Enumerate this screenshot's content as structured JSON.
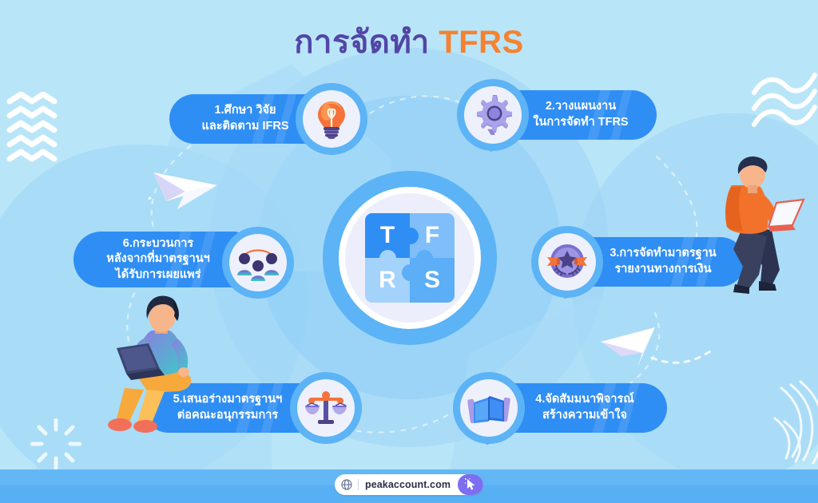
{
  "title": {
    "thai": "การจัดทำ",
    "accent": "TFRS",
    "color_thai": "#5246a6",
    "color_accent": "#f58231"
  },
  "center": {
    "name": "tfrs-puzzle-emblem",
    "letters": [
      "T",
      "F",
      "R",
      "S"
    ]
  },
  "steps": [
    {
      "id": "step1",
      "number": "1",
      "line1": "1.ศึกษา วิจัย",
      "line2": "และติดตาม IFRS",
      "icon": "lightbulb-icon",
      "text_side": "left"
    },
    {
      "id": "step2",
      "number": "2",
      "line1": "2.วางแผนงาน",
      "line2": "ในการจัดทำ TFRS",
      "icon": "gear-icon",
      "text_side": "right"
    },
    {
      "id": "step3",
      "number": "3",
      "line1": "3.การจัดทำมาตรฐาน",
      "line2": "รายงานทางการเงิน",
      "icon": "award-badge-icon",
      "text_side": "right"
    },
    {
      "id": "step4",
      "number": "4",
      "line1": "4.จัดสัมมนาพิจารณ์",
      "line2": "สร้างความเข้าใจ",
      "icon": "open-book-icon",
      "text_side": "right"
    },
    {
      "id": "step5",
      "number": "5",
      "line1": "5.เสนอร่างมาตรฐานฯ",
      "line2": "ต่อคณะอนุกรรมการ",
      "icon": "scales-balance-icon",
      "text_side": "left"
    },
    {
      "id": "step6",
      "number": "6",
      "line1": "6.กระบวนการ",
      "line2": "หลังจากที่มาตรฐานฯ",
      "line3": "ได้รับการเผยแพร่",
      "icon": "people-group-icon",
      "text_side": "left"
    }
  ],
  "illustrations": [
    {
      "name": "man-with-laptop-standing",
      "position": "right"
    },
    {
      "name": "person-sitting-with-laptop",
      "position": "left"
    }
  ],
  "decorations": [
    {
      "name": "zigzag-waves-decoration",
      "position": "left"
    },
    {
      "name": "flowing-waves-decoration",
      "position": "top-right"
    },
    {
      "name": "arc-lines-decoration",
      "position": "bottom-right"
    },
    {
      "name": "starburst-decoration",
      "position": "bottom-left"
    },
    {
      "name": "paper-plane-icon",
      "position": "upper-left"
    },
    {
      "name": "paper-plane-icon",
      "position": "lower-right"
    }
  ],
  "footer": {
    "url": "peakaccount.com",
    "globe_icon": "globe-icon",
    "cursor_icon": "cursor-click-icon",
    "button_color": "#7b6ef0"
  },
  "palette": {
    "background": "#b9e5f8",
    "pill_blue": "#2f8ef4",
    "badge_blue": "#5cb3f5",
    "orange": "#f58231",
    "purple": "#5246a6"
  }
}
